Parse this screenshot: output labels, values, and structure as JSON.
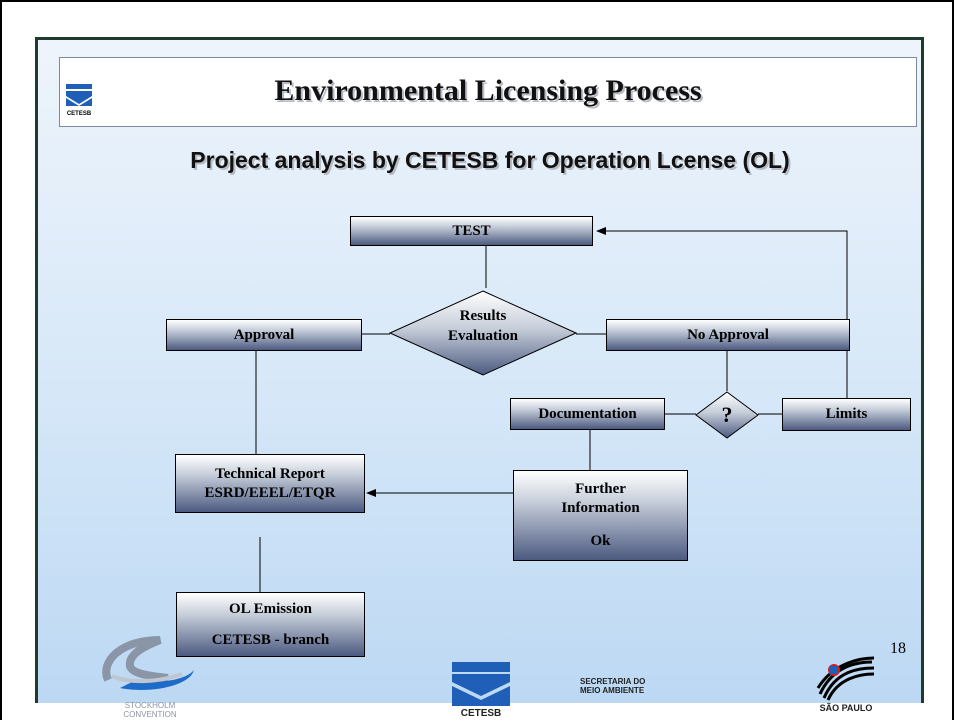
{
  "title": "Environmental Licensing Process",
  "subtitle": "Project analysis by CETESB for Operation Lcense (OL)",
  "header_logo_caption": "CETESB",
  "nodes": {
    "test": "TEST",
    "results_evaluation_line1": "Results",
    "results_evaluation_line2": "Evaluation",
    "approval": "Approval",
    "no_approval": "No Approval",
    "question": "?",
    "documentation": "Documentation",
    "limits": "Limits",
    "technical_report_line1": "Technical Report",
    "technical_report_line2": "ESRD/EEEL/ETQR",
    "further_information_line1": "Further",
    "further_information_line2": "Information",
    "further_information_line3": "Ok",
    "ol_emission_line1": "OL Emission",
    "ol_emission_line2": "CETESB - branch"
  },
  "footer": {
    "stockholm_line1": "STOCKHOLM",
    "stockholm_line2": "CONVENTION",
    "cetesb": "CETESB",
    "secretaria_line1": "SECRETARIA DO",
    "secretaria_line2": "MEIO AMBIENTE",
    "sao_paulo": "SÃO PAULO",
    "page_number": "18"
  },
  "colors": {
    "box_dark": "#4c5a80",
    "border": "#1f3b2c",
    "cetesb_blue": "#1f5fb8"
  }
}
